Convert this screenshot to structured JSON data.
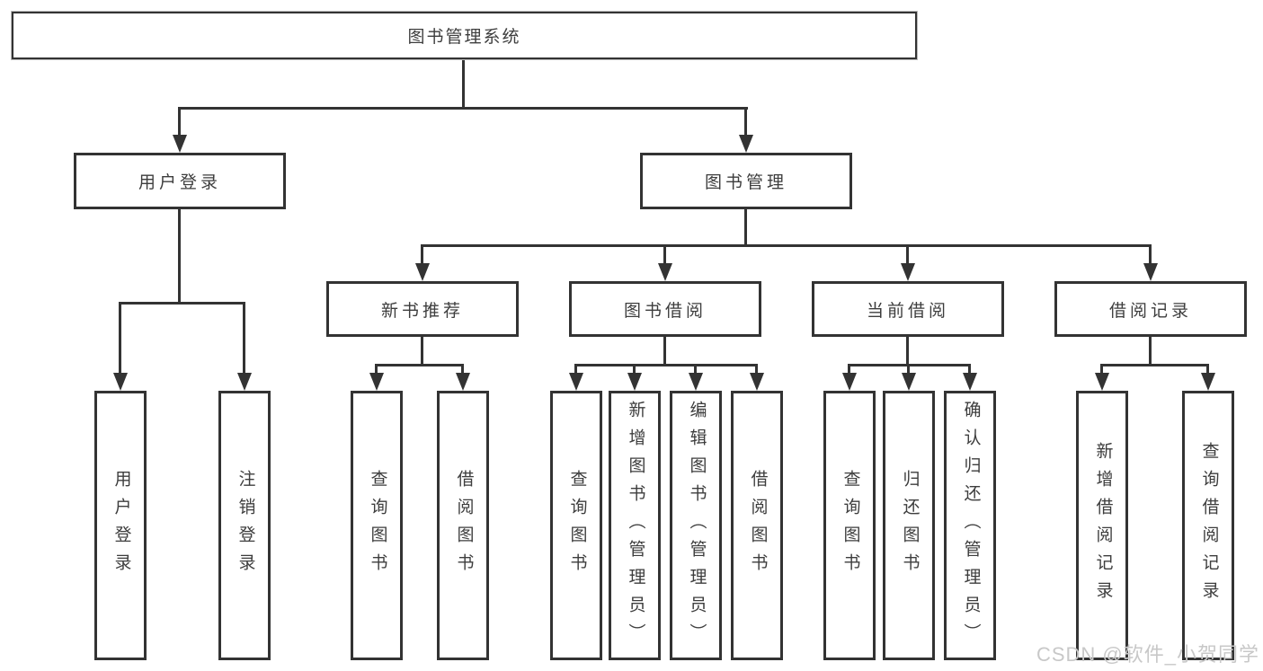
{
  "root": {
    "label": "图书管理系统"
  },
  "user_login": {
    "label": "用户登录",
    "children": [
      "用户登录",
      "注销登录"
    ]
  },
  "book_mgmt": {
    "label": "图书管理"
  },
  "new_book": {
    "label": "新书推荐",
    "children": [
      "查询图书",
      "借阅图书"
    ]
  },
  "book_borrow": {
    "label": "图书借阅",
    "children": [
      "查询图书",
      "新增图书（管理员）",
      "编辑图书（管理员）",
      "借阅图书"
    ]
  },
  "current_borrow": {
    "label": "当前借阅",
    "children": [
      "查询图书",
      "归还图书",
      "确认归还（管理员）"
    ]
  },
  "borrow_record": {
    "label": "借阅记录",
    "children": [
      "新增借阅记录",
      "查询借阅记录"
    ]
  },
  "watermark": "CSDN @软件_小贺同学",
  "colors": {
    "line": "#333333",
    "text": "#3d3d3d",
    "watermark": "#c8c8c8",
    "background": "#ffffff"
  }
}
